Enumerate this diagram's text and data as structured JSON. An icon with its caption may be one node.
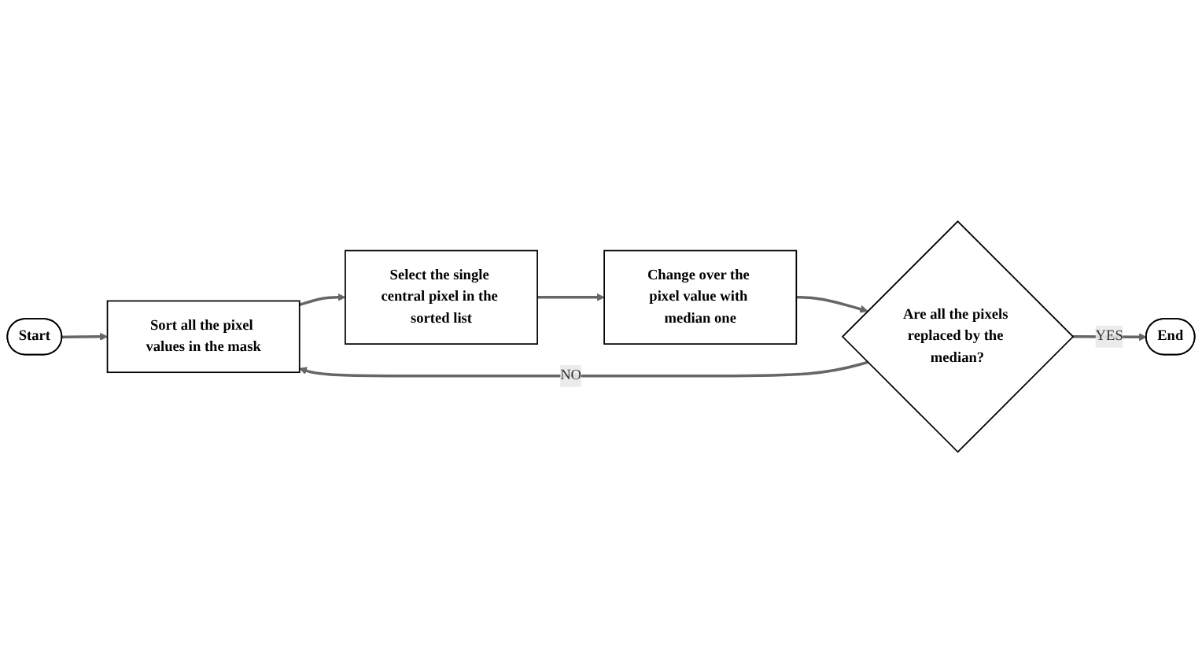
{
  "diagram": {
    "nodes": [
      {
        "text": [
          "Start"
        ]
      },
      {
        "text": [
          "Sort all the pixel values in the mask"
        ]
      },
      {
        "text": [
          "Select the single central pixel in the sorted list"
        ]
      },
      {
        "text": [
          "Change over the pixel value with median one"
        ]
      },
      {
        "text": [
          "Are all the pixels replaced by the median?"
        ]
      },
      {
        "text": [
          "End"
        ]
      }
    ],
    "edges": [
      {
        "from": 0,
        "to": 1,
        "arrow": "to"
      },
      {
        "from": 1,
        "to": 2,
        "arrow": "to"
      },
      {
        "from": 2,
        "to": 3,
        "arrow": "to"
      },
      {
        "from": 3,
        "to": 4,
        "arrow": "to"
      },
      {
        "from": 4,
        "to": 1,
        "arrow": "to",
        "label": "NO"
      },
      {
        "from": 4,
        "to": 5,
        "arrow": "to",
        "label": "YES"
      }
    ]
  }
}
